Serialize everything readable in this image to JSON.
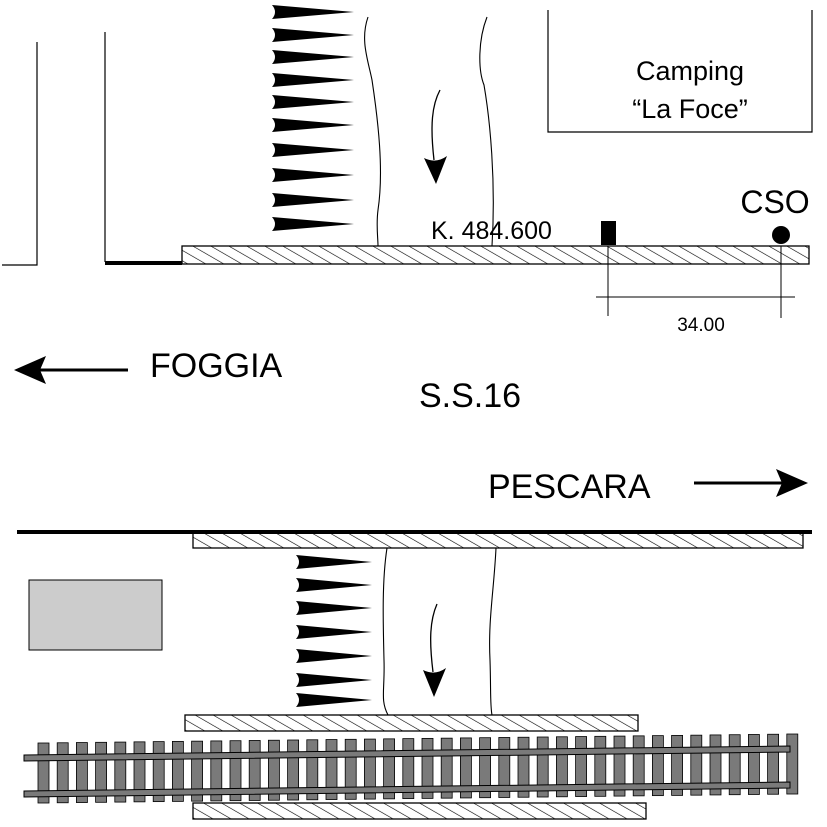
{
  "labels": {
    "camping_line1": "Camping",
    "camping_line2": "“La Foce”",
    "cso": "CSO",
    "km_marker": "K. 484.600",
    "dimension": "34.00",
    "foggia": "FOGGIA",
    "road": "S.S.16",
    "pescara": "PESCARA"
  },
  "icons": {
    "west_arrow": "arrow-left",
    "east_arrow": "arrow-right",
    "flow_arrow": "curved-arrow-down",
    "embankment": "triangle-hatch",
    "railway": "railway-track"
  },
  "colors": {
    "line": "#000000",
    "building_fill": "#cccccc",
    "rail": "#7a7a7a"
  }
}
